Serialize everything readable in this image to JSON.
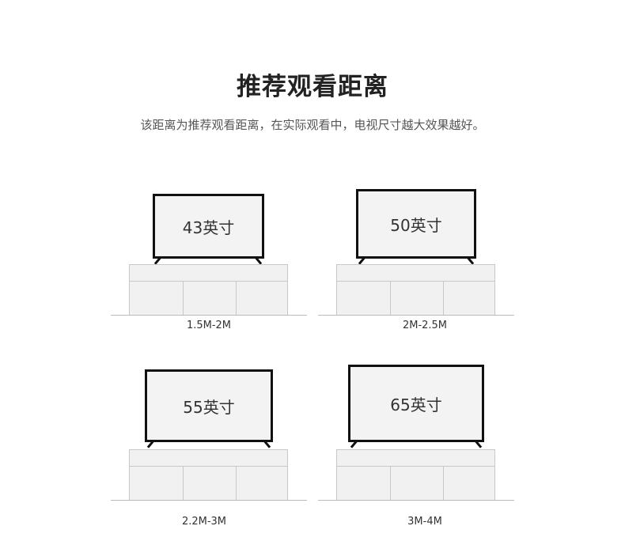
{
  "title": "推荐观看距离",
  "subtitle": "该距离为推荐观看距离，在实际观看中，电视尺寸越大效果越好。",
  "items": [
    {
      "size": "43英寸",
      "distance": "1.5M-2M"
    },
    {
      "size": "50英寸",
      "distance": "2M-2.5M"
    },
    {
      "size": "55英寸",
      "distance": "2.2M-3M"
    },
    {
      "size": "65英寸",
      "distance": "3M-4M"
    }
  ]
}
